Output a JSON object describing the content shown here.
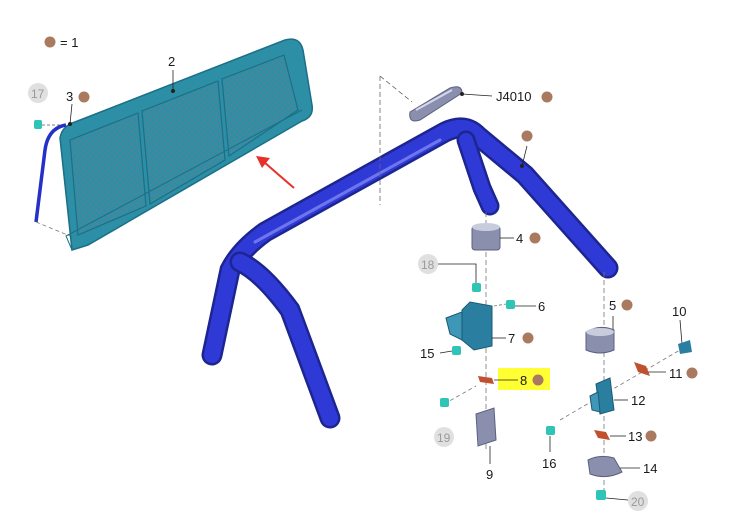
{
  "legend": {
    "text": "= 1",
    "dot_color": "#a97a5f"
  },
  "labels": {
    "p1": "2",
    "p2": "3",
    "p3": "4",
    "p4": "5",
    "p5": "6",
    "p6": "7",
    "p7": "8",
    "p8": "9",
    "p9": "10",
    "p10": "11",
    "p11": "12",
    "p12": "13",
    "p13": "14",
    "p14": "15",
    "p15": "16",
    "part_code": "J4010"
  },
  "grey_labels": {
    "g17": "17",
    "g18": "18",
    "g19": "19",
    "g20": "20"
  },
  "colors": {
    "rollbar": "#2530c8",
    "bracket": "#2a7fa0",
    "fastener": "#2ec4b6",
    "clip": "#c1502e",
    "cap": "#8a8fae",
    "highlight": "#ffff33",
    "arrow": "#e8302a",
    "badge": "#a97a5f",
    "grey_circle": "#e0e0e0"
  },
  "icons": [
    "rollbar",
    "rear-window",
    "third-brake-light",
    "bracket",
    "screw",
    "clip",
    "end-cap",
    "arrow"
  ]
}
